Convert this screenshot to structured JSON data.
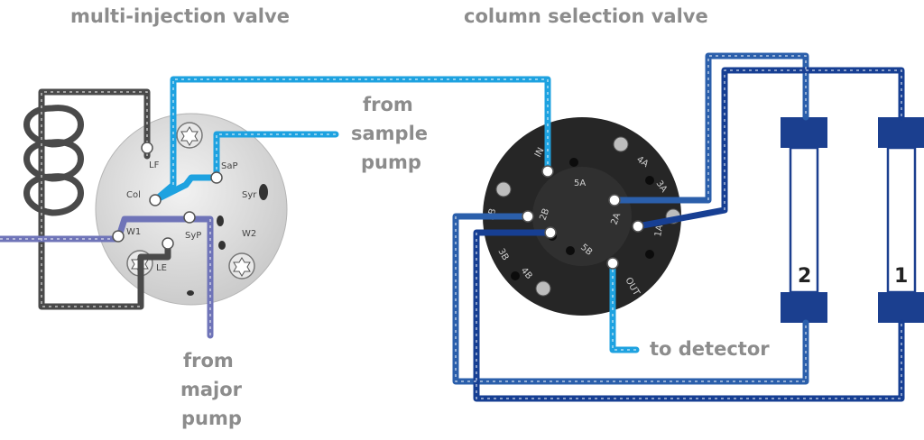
{
  "titles": {
    "left": "multi-injection valve",
    "right": "column selection valve"
  },
  "labels": {
    "sample": [
      "from",
      "sample",
      "pump"
    ],
    "major": [
      "from",
      "major",
      "pump"
    ],
    "detector": "to detector"
  },
  "injection_ports": {
    "lf": "LF",
    "sap": "SaP",
    "col": "Col",
    "syr": "Syr",
    "w1": "W1",
    "syp": "SyP",
    "w2": "W2",
    "le": "LE"
  },
  "selection_ports": {
    "in": "IN",
    "p4a": "4A",
    "p3a": "3A",
    "p5a": "5A",
    "p1b": "1B",
    "p2b": "2B",
    "p2a": "2A",
    "p1a": "1A",
    "p3b": "3B",
    "p5b": "5B",
    "p4b": "4B",
    "out": "OUT"
  },
  "columns": {
    "col2": "2",
    "col1": "1"
  },
  "colors": {
    "loop": "#4a4a4a",
    "major": "#6f74b8",
    "sample": "#1ea2e0",
    "column2": "#2b5fab",
    "column1": "#173f93",
    "detector": "#1ea2e0",
    "label": "#8c8c8c",
    "column_body": "#1b3f8f"
  }
}
